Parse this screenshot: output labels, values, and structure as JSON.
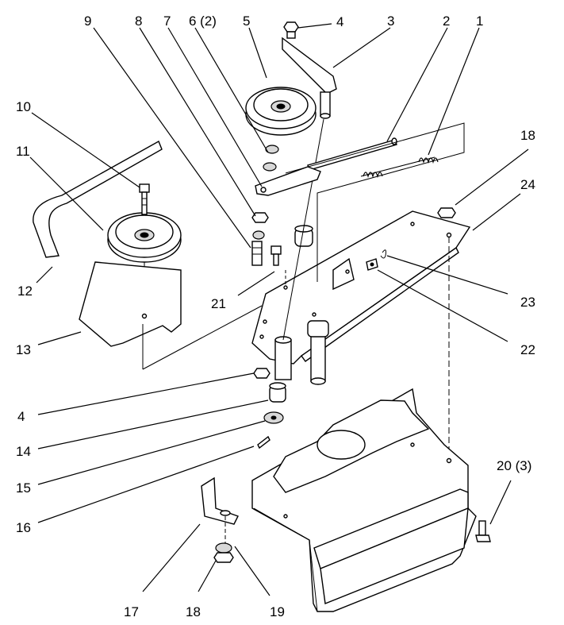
{
  "callouts": {
    "c1": "1",
    "c2": "2",
    "c3": "3",
    "c4_top": "4",
    "c4_left": "4",
    "c5": "5",
    "c6": "6 (2)",
    "c7": "7",
    "c8": "8",
    "c9": "9",
    "c10": "10",
    "c11": "11",
    "c12": "12",
    "c13": "13",
    "c14": "14",
    "c15": "15",
    "c16": "16",
    "c17": "17",
    "c18_top": "18",
    "c18_bottom": "18",
    "c19": "19",
    "c20": "20 (3)",
    "c21": "21",
    "c22": "22",
    "c23": "23",
    "c24": "24"
  }
}
